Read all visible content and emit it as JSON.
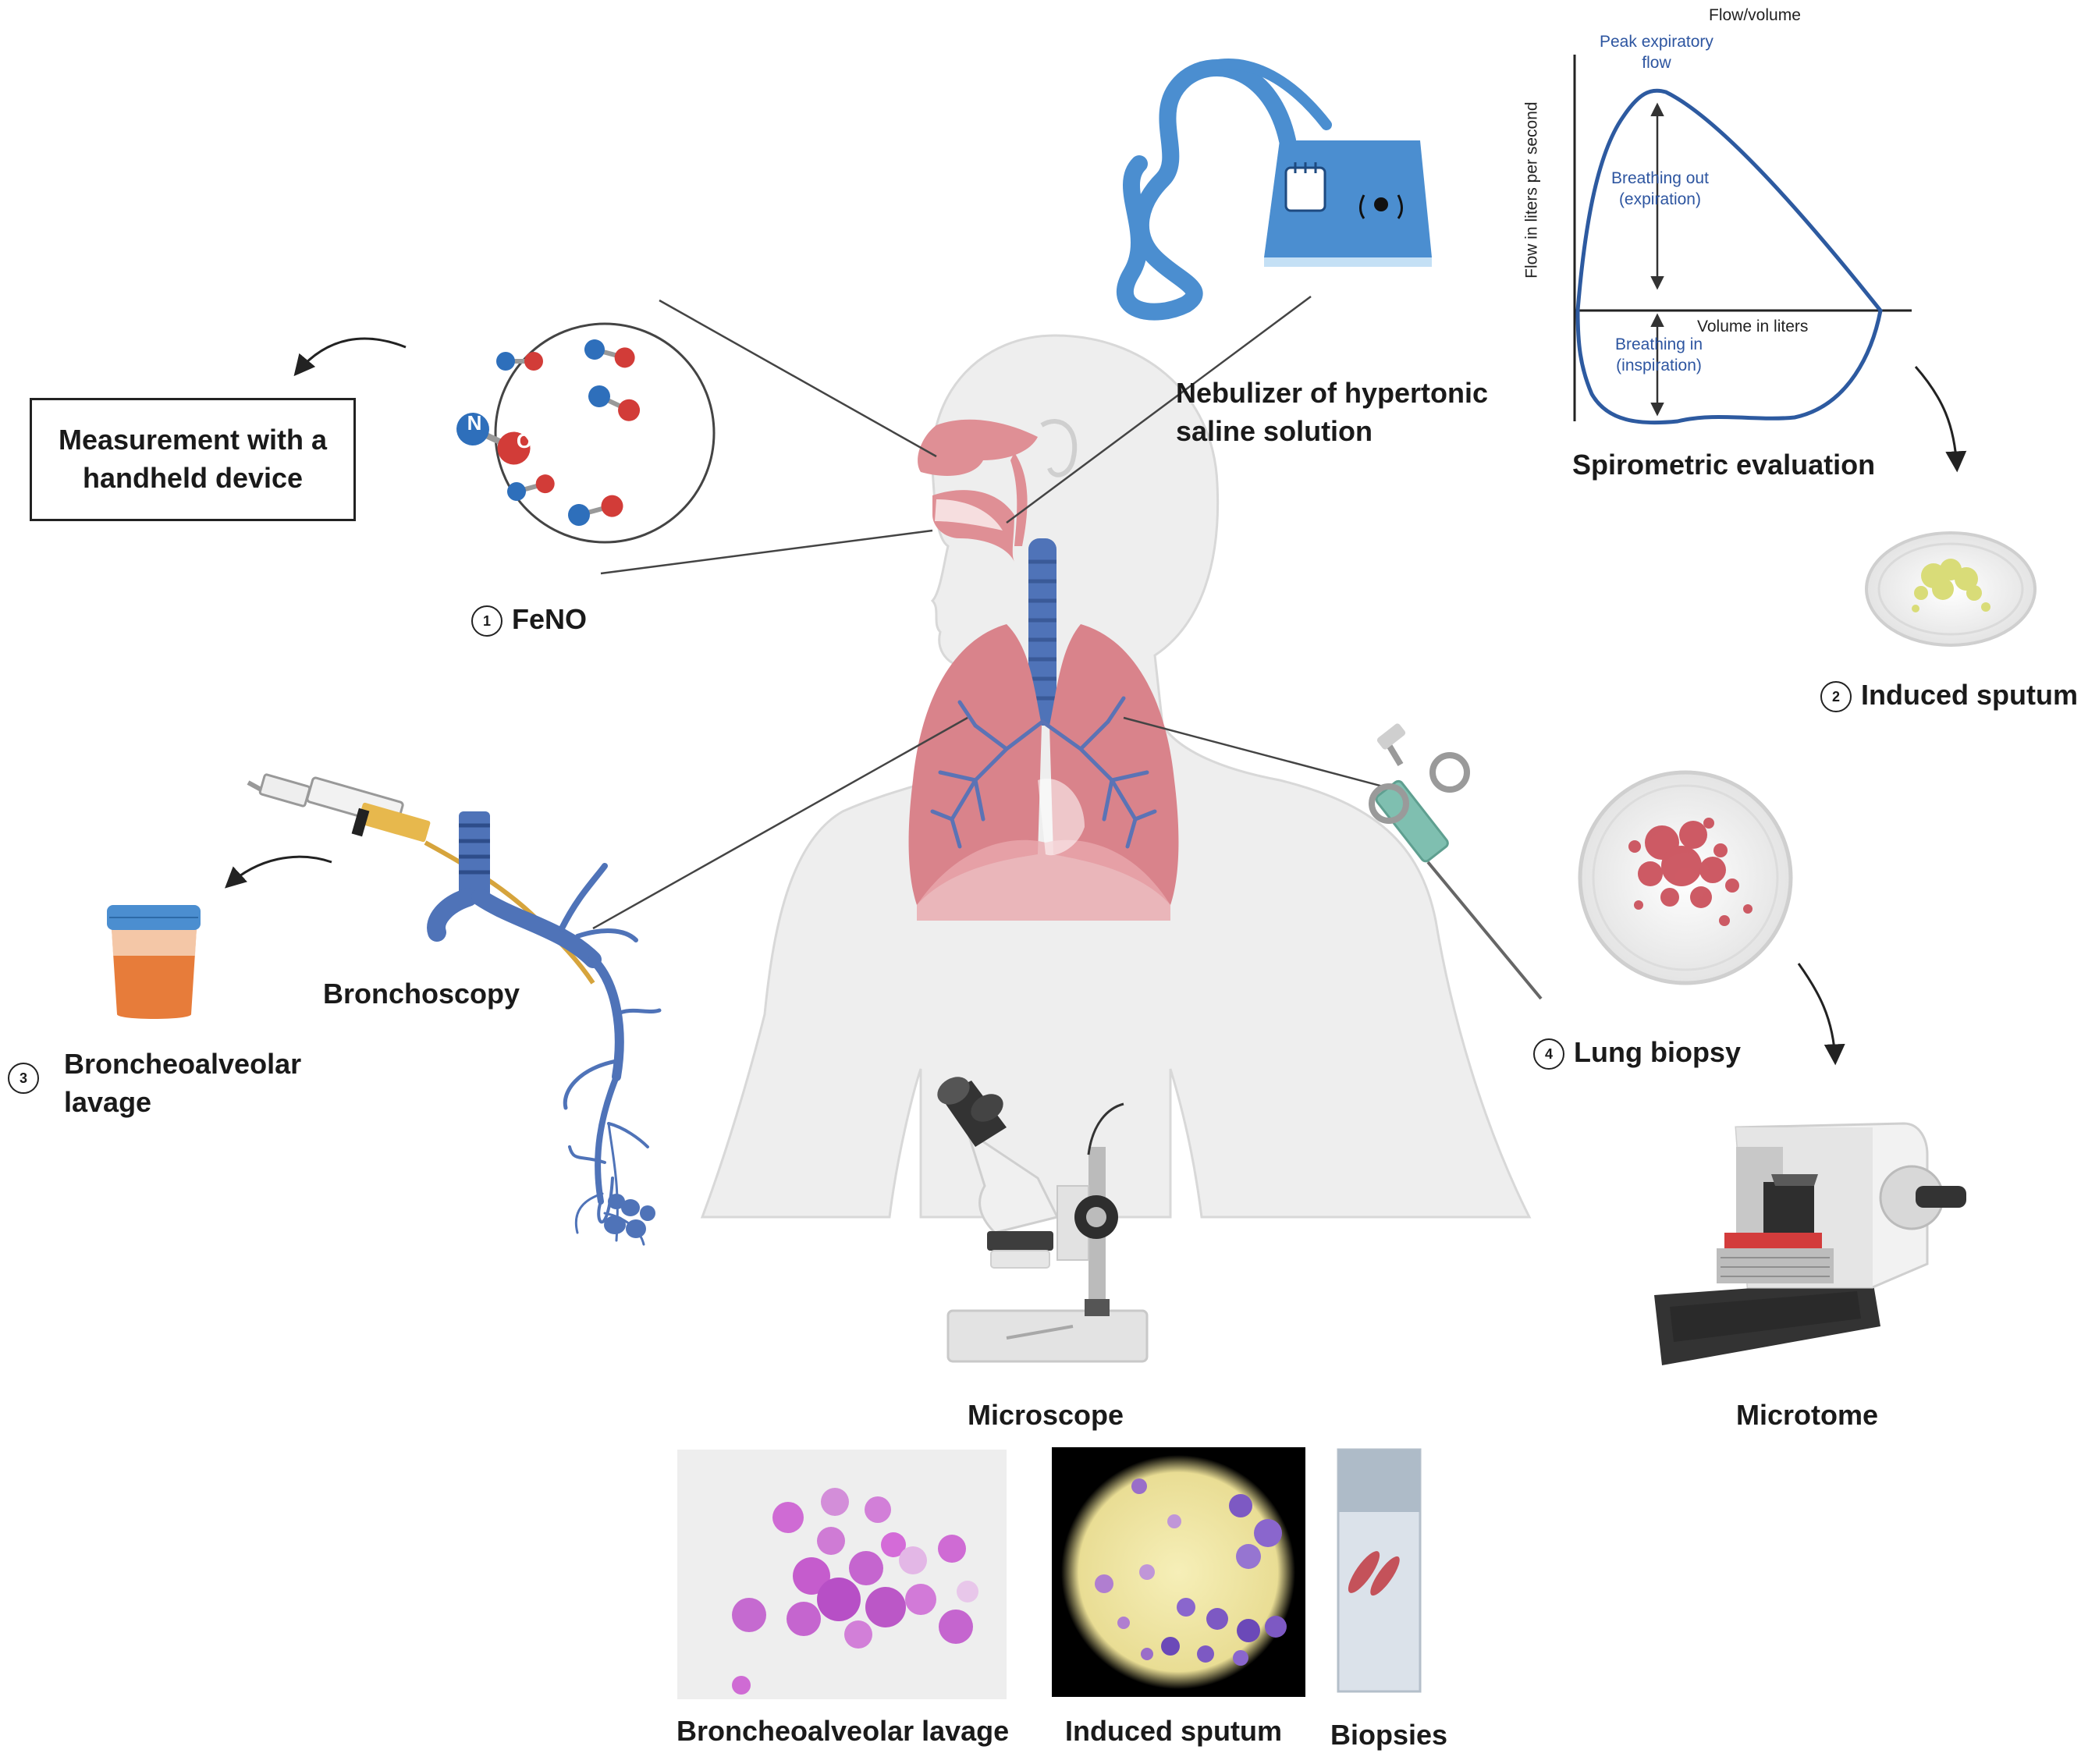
{
  "feno": {
    "box_text_1": "Measurement with a",
    "box_text_2": "handheld device",
    "num": "1",
    "label": "FeNO",
    "molecule_letters": {
      "n": "N",
      "o": "O"
    }
  },
  "nebulizer": {
    "line1": "Nebulizer of hypertonic",
    "line2": "saline solution"
  },
  "spirometry": {
    "title": "Flow/volume",
    "peak_1": "Peak expiratory",
    "peak_2": "flow",
    "out_1": "Breathing out",
    "out_2": "(expiration)",
    "in_1": "Breathing in",
    "in_2": "(inspiration)",
    "ylabel": "Flow in liters per second",
    "xlabel": "Volume in liters",
    "caption": "Spirometric evaluation"
  },
  "sputum": {
    "num": "2",
    "label": "Induced sputum"
  },
  "bronchoscopy": {
    "label": "Bronchoscopy"
  },
  "bal": {
    "num": "3",
    "line1": "Broncheoalveolar",
    "line2": "lavage"
  },
  "biopsy": {
    "num": "4",
    "label": "Lung biopsy"
  },
  "microscope": {
    "label": "Microscope"
  },
  "microtome": {
    "label": "Microtome"
  },
  "samples": {
    "bal": "Broncheoalveolar lavage",
    "sputum": "Induced sputum",
    "biopsies": "Biopsies"
  },
  "colors": {
    "lung": "#d9838b",
    "airway": "#4f73b8",
    "device_blue": "#4b8ed0",
    "body": "#eeeeee",
    "stain": "#b74fc6"
  }
}
